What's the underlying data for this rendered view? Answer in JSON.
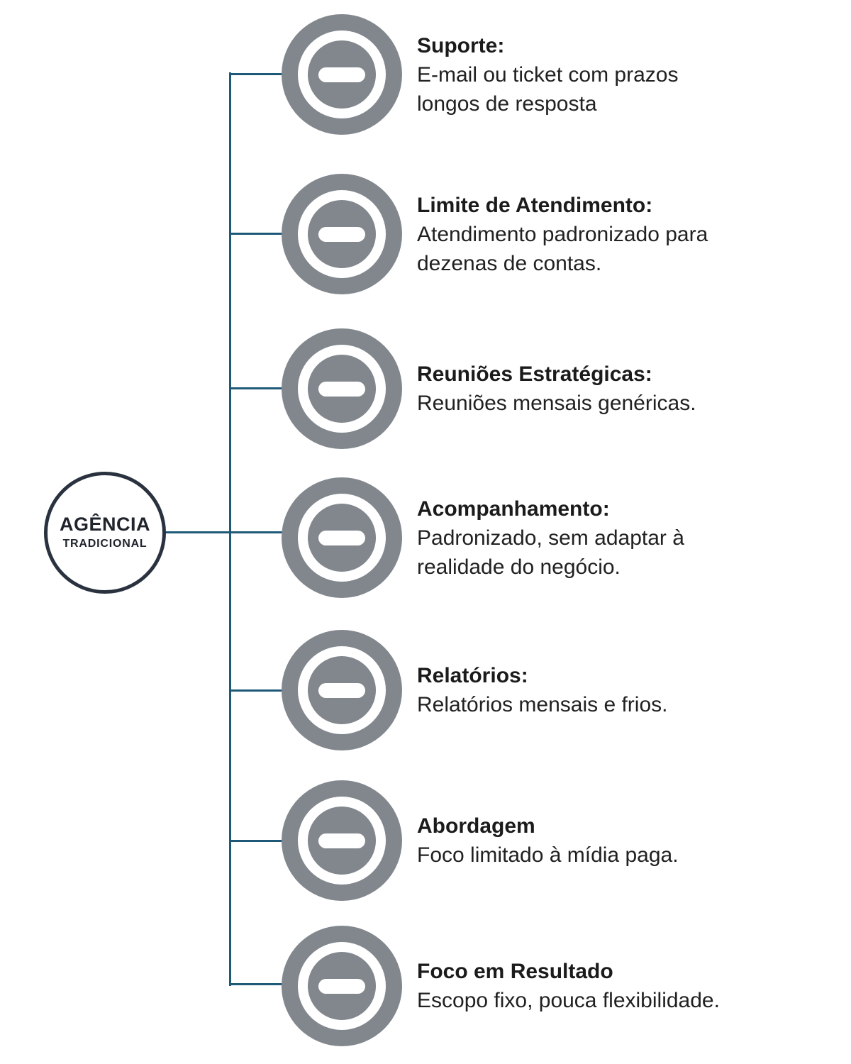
{
  "root": {
    "title": "AGÊNCIA",
    "subtitle": "TRADICIONAL"
  },
  "items": [
    {
      "title": "Suporte:",
      "description": "E-mail ou ticket com prazos\nlongos de resposta"
    },
    {
      "title": "Limite de Atendimento:",
      "description": "Atendimento padronizado para\ndezenas de contas."
    },
    {
      "title": "Reuniões Estratégicas:",
      "description": "Reuniões mensais genéricas."
    },
    {
      "title": "Acompanhamento:",
      "description": "Padronizado, sem adaptar à\nrealidade do negócio."
    },
    {
      "title": "Relatórios:",
      "description": "Relatórios mensais e frios."
    },
    {
      "title": "Abordagem",
      "description": "Foco limitado à mídia paga."
    },
    {
      "title": "Foco em Resultado",
      "description": "Escopo fixo, pouca flexibilidade."
    }
  ],
  "icons": {
    "item_icon": "minus-circle-icon"
  },
  "colors": {
    "connector_line": "#1E5A78",
    "icon_gray": "#82878E",
    "root_border": "#29323E",
    "text": "#212121",
    "background": "#FFFFFF"
  }
}
